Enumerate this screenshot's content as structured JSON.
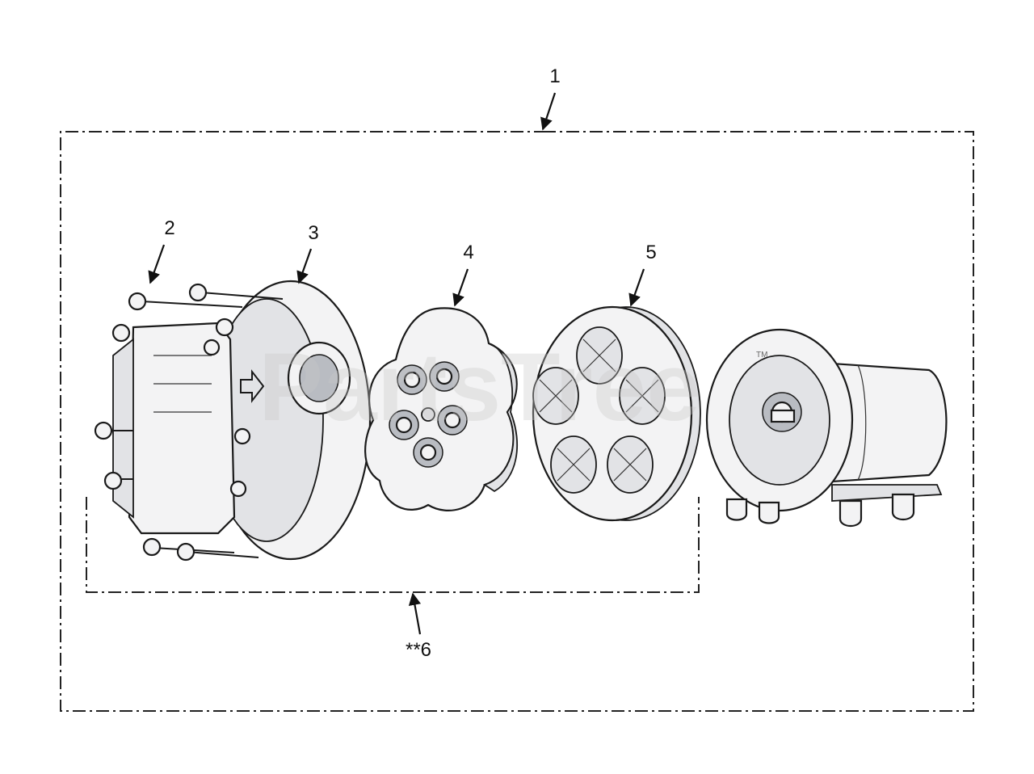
{
  "diagram": {
    "callouts": [
      {
        "id": "1",
        "label": "1"
      },
      {
        "id": "2",
        "label": "2"
      },
      {
        "id": "3",
        "label": "3"
      },
      {
        "id": "4",
        "label": "4"
      },
      {
        "id": "5",
        "label": "5"
      },
      {
        "id": "6",
        "label": "**6"
      }
    ],
    "watermark": "PartsTree",
    "trademark": "TM"
  }
}
